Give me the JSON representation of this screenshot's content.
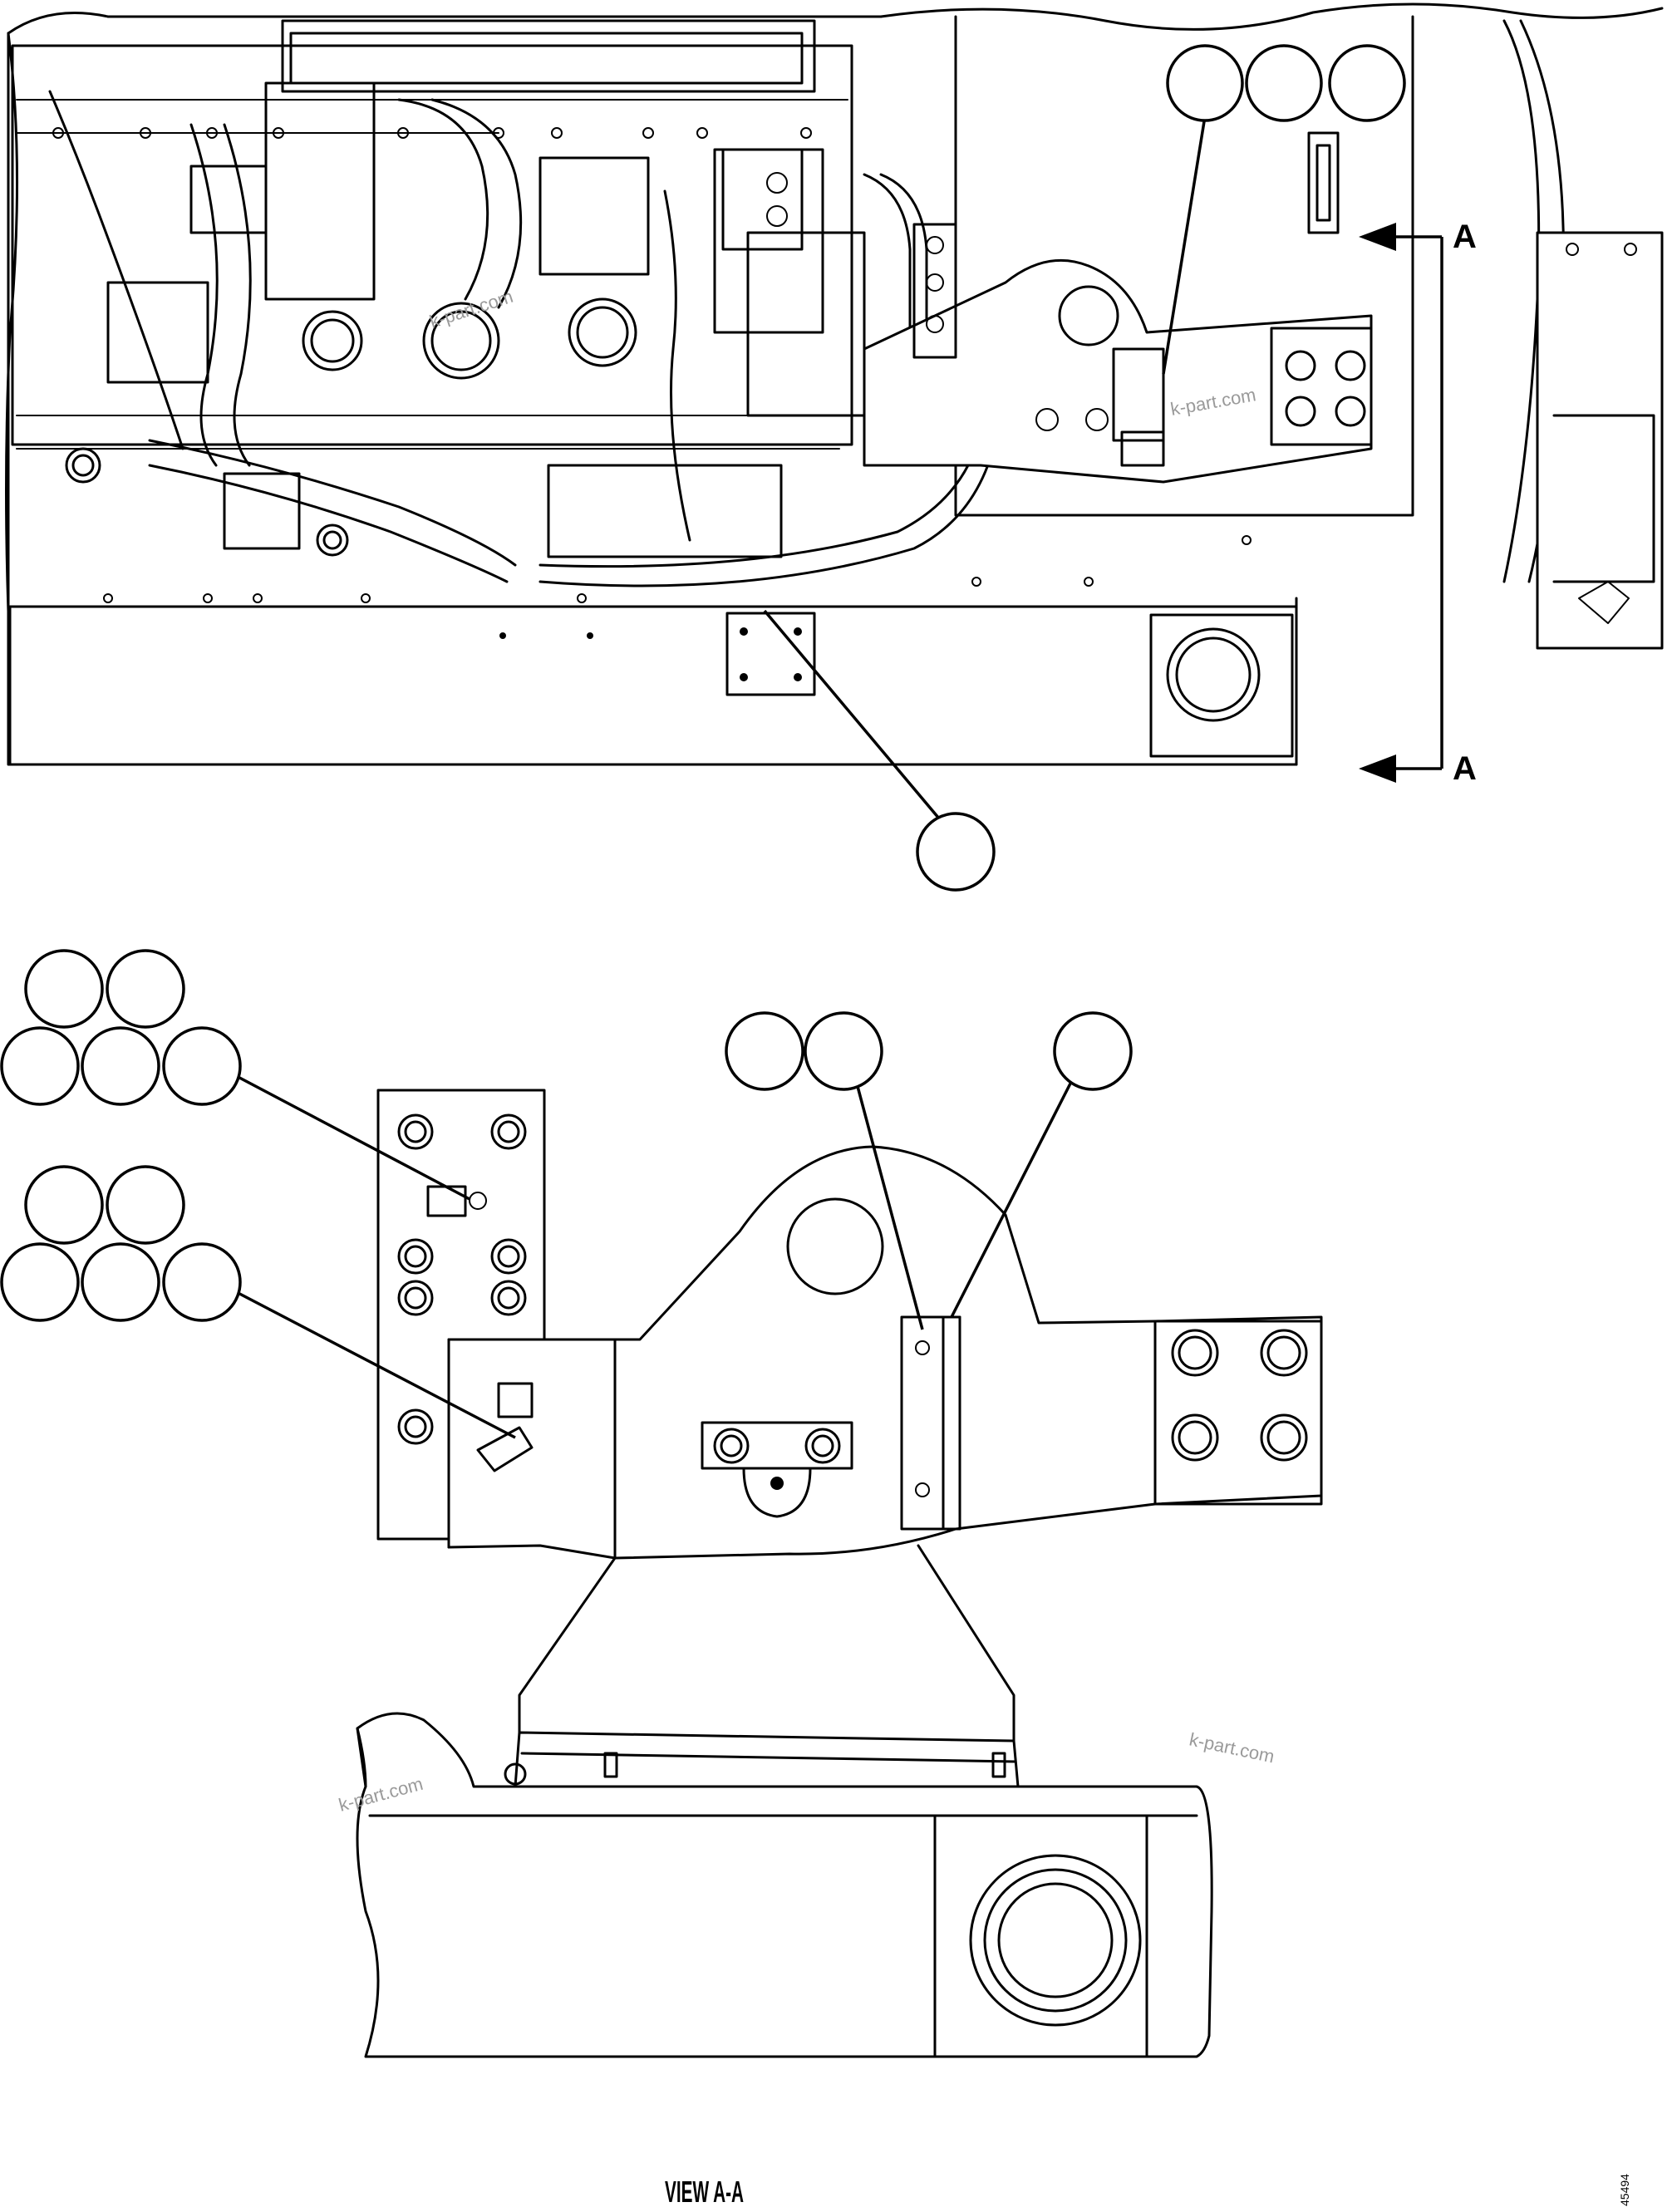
{
  "section_marker": {
    "letter_top": "A",
    "letter_bottom": "A"
  },
  "watermark": {
    "text": "k-part.com"
  },
  "view_title": "VIEW A-A",
  "figure_number": "45494",
  "callouts": {
    "top_right_group": 3,
    "top_bottom_single": 1,
    "bottom_left_group_1": 5,
    "bottom_left_group_2": 5,
    "bottom_center_pair": 2,
    "bottom_right_single": 1
  }
}
